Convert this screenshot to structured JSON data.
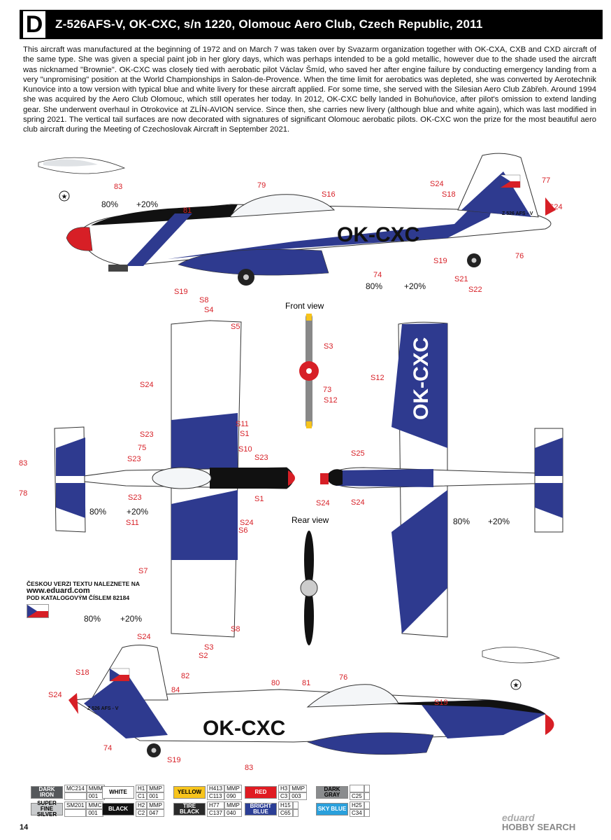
{
  "header": {
    "letter": "D",
    "title": "Z-526AFS-V, OK-CXC, s/n 1220, Olomouc Aero Club, Czech Republic, 2011"
  },
  "description": "This aircraft was manufactured at the beginning of 1972 and on March 7 was taken over by Svazarm organization together with OK-CXA, CXB and CXD aircraft of the same type. She was given a special paint job in her glory days, which was perhaps intended to be a gold metallic, however due to the shade used the aircraft was nicknamed \"Brownie\". OK-CXC was closely tied with aerobatic pilot Václav Šmíd, who saved her after engine failure by conducting emergency landing from a very \"unpromising\" position at the World Championships in Salon-de-Provence. When the time limit for aerobatics was depleted, she was converted by Aerotechnik Kunovice into a tow version with typical blue and white livery for these aircraft applied. For some time, she served with the Silesian Aero Club Zábřeh. Around 1994 she was acquired by the Aero Club Olomouc, which still operates her today. In 2012, OK-CXC belly landed in Bohuňovice, after pilot's omission to extend landing gear. She underwent overhaul in Otrokovice at ZLÍN-AVION service. Since then, she carries new livery (although blue and white again), which was last modified in spring 2021. The vertical tail surfaces are now decorated with signatures of significant Olomouc aerobatic pilots. OK-CXC won the prize for the most beautiful aero club aircraft during the Meeting of Czechoslovak Aircraft in September 2021.",
  "registration": "OK-CXC",
  "type_marking": "Z 526 AFS - V",
  "views": {
    "front": "Front view",
    "rear": "Rear view"
  },
  "mix": {
    "pct1": "80%",
    "plus": "+20%"
  },
  "codes": {
    "h15": "H15",
    "c65": "C65",
    "h25": "H25",
    "c34": "C34",
    "h1": "H1",
    "c1": "C1",
    "mmp": "MMP",
    "m001": "001",
    "h2": "H2",
    "c2": "C2",
    "m047": "047",
    "h3": "H3",
    "c3": "C3",
    "m003": "003",
    "h413": "H413",
    "c113": "C113",
    "m090": "090",
    "h77": "H77",
    "c137": "C137",
    "m040": "040",
    "mc214": "MC214",
    "mmm": "MMM",
    "sm201": "SM201",
    "mmc": "MMC",
    "c25": "C25"
  },
  "callouts": [
    "83",
    "79",
    "81",
    "S16",
    "S24",
    "S18",
    "77",
    "S24",
    "76",
    "74",
    "S19",
    "S21",
    "S22",
    "S19",
    "S8",
    "S4",
    "S5",
    "S24",
    "S11",
    "S1",
    "S23",
    "75",
    "S10",
    "S23",
    "S23",
    "S23",
    "S1",
    "S11",
    "S24",
    "S6",
    "S7",
    "S8",
    "S3",
    "S2",
    "S3",
    "73",
    "S12",
    "S12",
    "S25",
    "S24",
    "S24",
    "83",
    "78",
    "S24",
    "S18",
    "S24",
    "84",
    "82",
    "80",
    "81",
    "76",
    "S19",
    "74",
    "S19",
    "83"
  ],
  "czech_note": {
    "line1": "ČESKOU VERZI TEXTU NALEZNETE NA",
    "url": "www.eduard.com",
    "line3": "POD KATALOGOVÝM ČÍSLEM 82184"
  },
  "legend": [
    {
      "name": "DARK IRON",
      "color": "#55585b",
      "text": "#ffffff",
      "a": "MC214",
      "b": "MMM",
      "c": "",
      "d": "001"
    },
    {
      "name": "WHITE",
      "color": "#ffffff",
      "text": "#000000",
      "a": "H1",
      "b": "MMP",
      "c": "C1",
      "d": "001"
    },
    {
      "name": "YELLOW",
      "color": "#f7c41c",
      "text": "#000000",
      "a": "H413",
      "b": "MMP",
      "c": "C113",
      "d": "090"
    },
    {
      "name": "RED",
      "color": "#e01b22",
      "text": "#ffffff",
      "a": "H3",
      "b": "MMP",
      "c": "C3",
      "d": "003"
    },
    {
      "name": "DARK GRAY",
      "color": "#8a8c8e",
      "text": "#000000",
      "a": "",
      "b": "",
      "c": "C25",
      "d": ""
    },
    {
      "name": "SUPER FINE SILVER",
      "color": "#c9cbcd",
      "text": "#000000",
      "a": "SM201",
      "b": "MMC",
      "c": "",
      "d": "001"
    },
    {
      "name": "BLACK",
      "color": "#111111",
      "text": "#ffffff",
      "a": "H2",
      "b": "MMP",
      "c": "C2",
      "d": "047"
    },
    {
      "name": "TIRE BLACK",
      "color": "#2a2a2a",
      "text": "#ffffff",
      "a": "H77",
      "b": "MMP",
      "c": "C137",
      "d": "040"
    },
    {
      "name": "BRIGHT BLUE",
      "color": "#2b3e96",
      "text": "#ffffff",
      "a": "H15",
      "b": "",
      "c": "C65",
      "d": ""
    },
    {
      "name": "SKY BLUE",
      "color": "#2aa0dc",
      "text": "#ffffff",
      "a": "H25",
      "b": "",
      "c": "C34",
      "d": ""
    }
  ],
  "page_number": "14",
  "brand": "eduard",
  "watermark": "HOBBY SEARCH",
  "colors": {
    "blue": "#2e3a8f",
    "red": "#d71f26",
    "white": "#ffffff",
    "black": "#111111",
    "gray": "#bfc2c5"
  }
}
